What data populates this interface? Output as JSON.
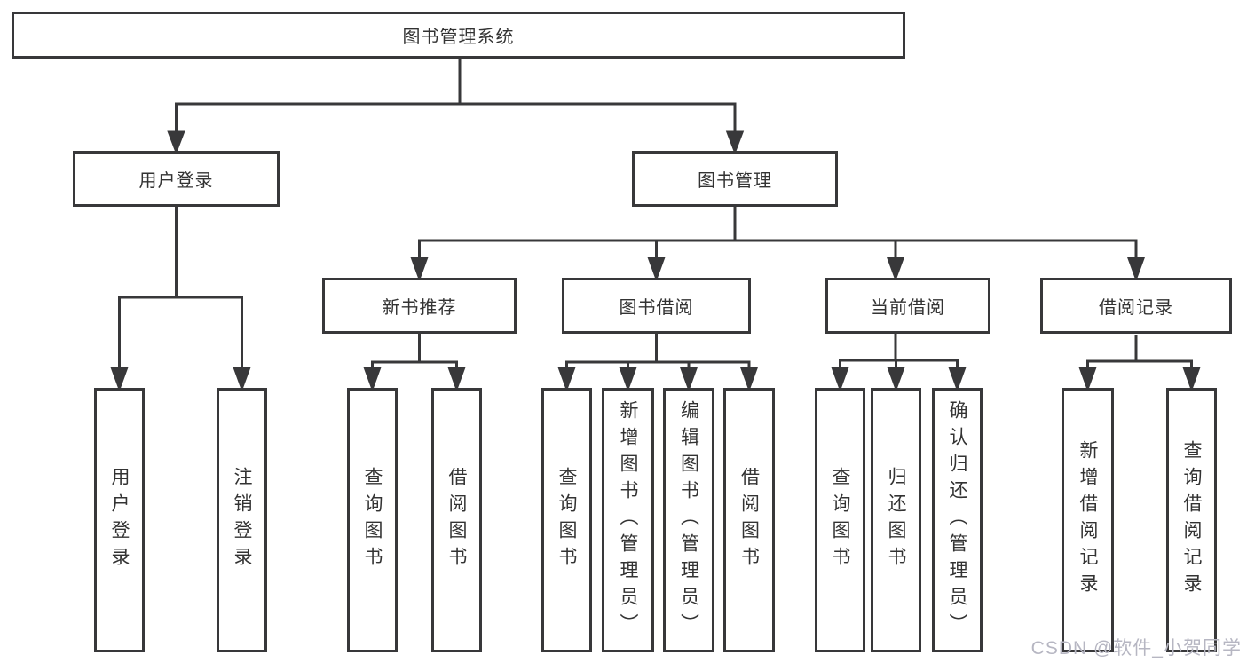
{
  "tree": {
    "root": "图书管理系统",
    "user": {
      "label": "用户登录",
      "children": [
        "用户登录",
        "注销登录"
      ]
    },
    "book": {
      "label": "图书管理",
      "sections": [
        {
          "label": "新书推荐",
          "children": [
            "查询图书",
            "借阅图书"
          ]
        },
        {
          "label": "图书借阅",
          "children": [
            "查询图书",
            "新增图书（管理员）",
            "编辑图书（管理员）",
            "借阅图书"
          ]
        },
        {
          "label": "当前借阅",
          "children": [
            "查询图书",
            "归还图书",
            "确认归还（管理员）"
          ]
        },
        {
          "label": "借阅记录",
          "children": [
            "新增借阅记录",
            "查询借阅记录"
          ]
        }
      ]
    }
  },
  "watermark": "CSDN @软件_小贺同学",
  "colors": {
    "line": "#38383a",
    "text": "#333333",
    "watermark": "#b6b6c2",
    "background": "#ffffff"
  }
}
